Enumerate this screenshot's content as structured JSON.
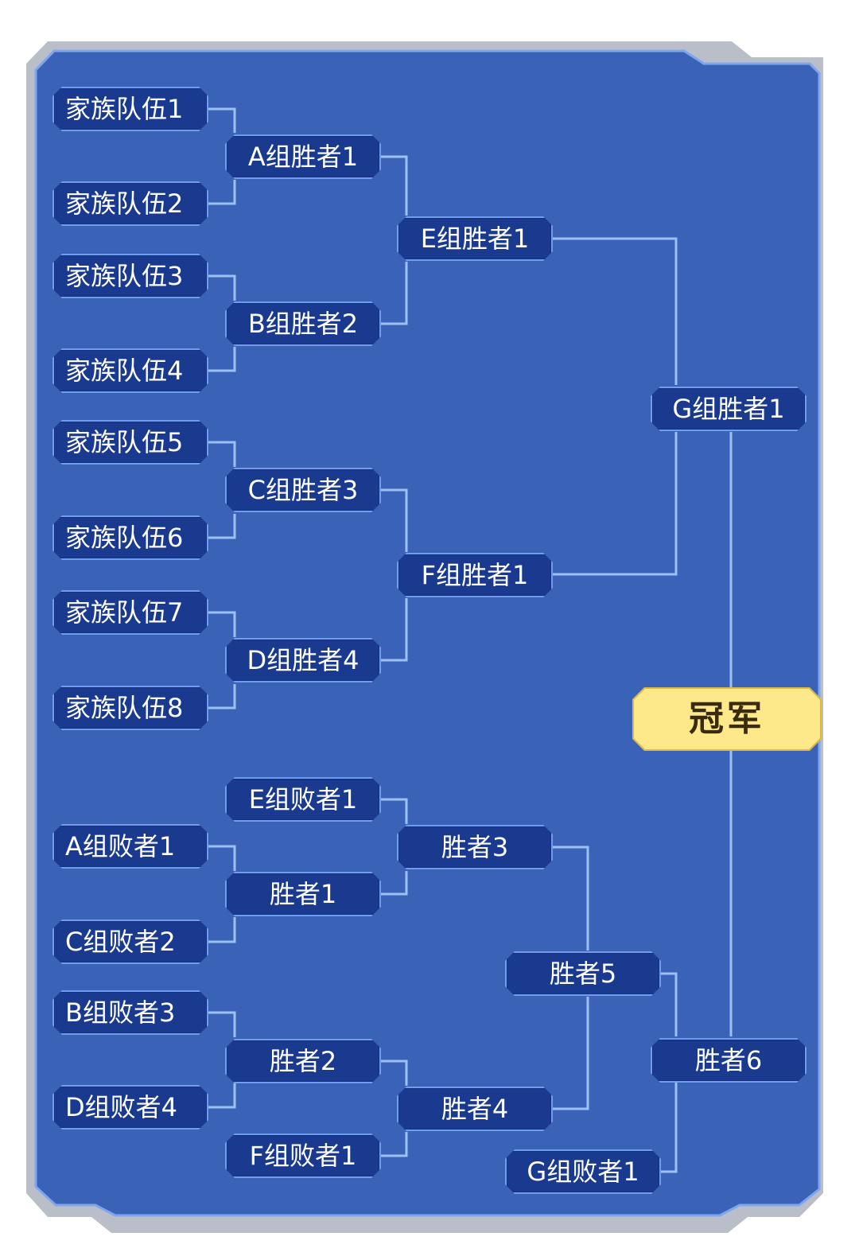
{
  "colors": {
    "panel": "#3a63b8",
    "node_fill": "#1a3a8f",
    "node_border": "#6f9ef0",
    "connector": "#9cc2f5",
    "champion_fill": "#fde98a",
    "champion_text": "#3a2a10"
  },
  "bracket": {
    "teams": [
      "家族队伍1",
      "家族队伍2",
      "家族队伍3",
      "家族队伍4",
      "家族队伍5",
      "家族队伍6",
      "家族队伍7",
      "家族队伍8"
    ],
    "round1_winners": [
      "A组胜者1",
      "B组胜者2",
      "C组胜者3",
      "D组胜者4"
    ],
    "round2_winners": [
      "E组胜者1",
      "F组胜者1"
    ],
    "final_winner": "G组胜者1",
    "champion": "冠军",
    "losers": {
      "e_loser": "E组败者1",
      "a_loser": "A组败者1",
      "c_loser": "C组败者2",
      "b_loser": "B组败者3",
      "d_loser": "D组败者4",
      "f_loser": "F组败者1",
      "g_loser": "G组败者1"
    },
    "losers_winners": {
      "w1": "胜者1",
      "w2": "胜者2",
      "w3": "胜者3",
      "w4": "胜者4",
      "w5": "胜者5",
      "w6": "胜者6"
    }
  }
}
